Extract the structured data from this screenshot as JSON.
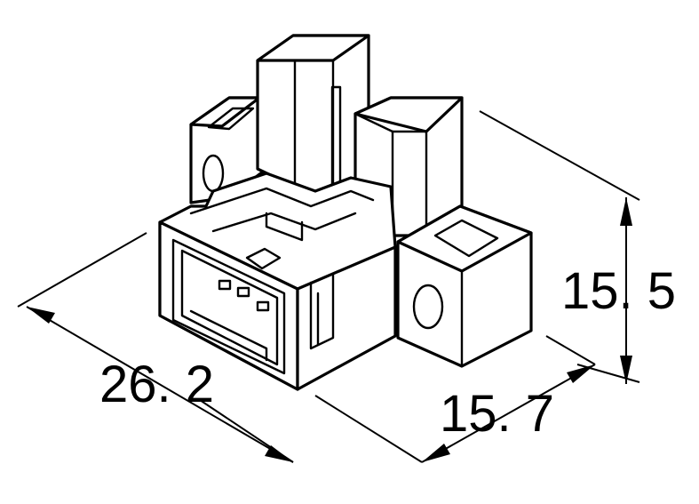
{
  "dimensions": {
    "length": "26. 2",
    "depth": "15. 7",
    "height": "15. 5"
  }
}
